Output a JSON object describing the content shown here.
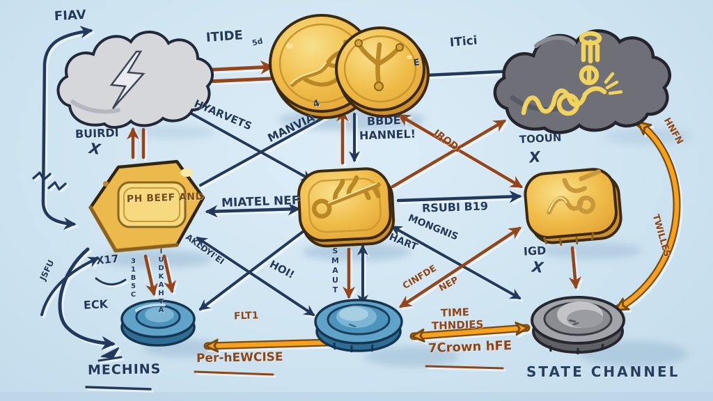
{
  "colors": {
    "background": "#cfe4f1",
    "ink_navy": "#22395c",
    "ink_brown": "#8f4516",
    "arrow_orange": "#f6a21d",
    "coin_gold": "#f0bd4a",
    "cloud_light": "#d6d7db",
    "cloud_dark": "#6f7077",
    "button_blue": "#5fa3c9",
    "button_gray": "#a3a3aa"
  },
  "nodes": {
    "cloud_left": {
      "icon": "lightning-cloud-icon"
    },
    "coins_top": {
      "icon": "gold-coins-icon"
    },
    "cloud_right": {
      "icon": "dark-cloud-gold-circuit-icon"
    },
    "plaque": {
      "label": "PH BEEF AND"
    },
    "token_center": {
      "icon": "gold-token-key-icon"
    },
    "token_right": {
      "icon": "gold-token-scribble-icon"
    },
    "button_left": {
      "caption": "MECHINS"
    },
    "button_center": {
      "caption": ""
    },
    "button_right": {
      "caption": "STATE CHANNEL"
    }
  },
  "labels": {
    "fiav": "FIAV",
    "itide": "ITIDE",
    "itici": "ITici",
    "e_glyph": "E",
    "sd_glyph": "5d",
    "buirdi": "BUIRDI",
    "buirdi_x": "X",
    "hyarvets": "HYARVETS",
    "manvia": "MANVIA",
    "manvia_tick": "4",
    "bbde_line1": "BBDE",
    "bbde_line2": "HANNEL!",
    "irodi": "IRODI",
    "tooun": "TOOUN",
    "tooun_x": "X",
    "hnfn": "HNFN",
    "miatel_nef": "MIATEL NEF",
    "rsubi": "RSUBI B19",
    "mongnis": "MONGNIS",
    "hart": "HART",
    "igd": "IGD",
    "igd_x": "X",
    "twilles": "TWILLES",
    "akldyi": "AKLDYI'EI",
    "hoi": "HOI!",
    "smaut": "SMAUT",
    "jsfu": "JSFU",
    "x17": "X17",
    "col_left": "31B5C",
    "col_right": "IUDKAHTA",
    "eck": "ECK",
    "flt1": "FLT1",
    "per_hewcise": "Per-hEWCISE",
    "time": "TIME",
    "thndies": "THNDIES",
    "crown_hfe": "7Crown hFE",
    "cinfde": "CINFDE",
    "nep": "NEP"
  },
  "edges": [
    {
      "from": "outside-left",
      "to": "cloud_left",
      "label": "FIAV",
      "color": "navy"
    },
    {
      "from": "cloud_left",
      "to": "coins_top",
      "label": "ITIDE",
      "color": "brown"
    },
    {
      "from": "coins_top",
      "to": "cloud_right",
      "label": "ITici",
      "color": "navy"
    },
    {
      "from": "cloud_left",
      "to": "token_center",
      "label": "HYARVETS",
      "color": "navy",
      "double": true
    },
    {
      "from": "plaque",
      "to": "coins_top",
      "label": "MANVIA",
      "color": "navy"
    },
    {
      "from": "plaque",
      "to": "token_center",
      "label": "MIATEL NEF",
      "color": "navy",
      "double": true
    },
    {
      "from": "token_center",
      "to": "token_right",
      "label": "RSUBI B19",
      "color": "navy"
    },
    {
      "from": "coins_top",
      "to": "token_right",
      "label": "IRODI",
      "color": "brown",
      "double": true
    },
    {
      "from": "token_center",
      "to": "cloud_right",
      "label": "",
      "color": "brown"
    },
    {
      "from": "plaque",
      "to": "button_left",
      "label": "31B5C / IUDKAHTA",
      "color": "brown"
    },
    {
      "from": "plaque",
      "to": "button_center",
      "label": "HOI!",
      "color": "navy",
      "double": true
    },
    {
      "from": "token_center",
      "to": "button_left",
      "label": "AKLDYI'EI",
      "color": "navy"
    },
    {
      "from": "token_center",
      "to": "button_center",
      "label": "SMAUT",
      "color": "navy",
      "double": true
    },
    {
      "from": "token_center",
      "to": "button_right",
      "label": "MONGNIS HART",
      "color": "navy",
      "double": true
    },
    {
      "from": "button_center",
      "to": "token_right",
      "label": "CINFDE NEP",
      "color": "brown",
      "double": true
    },
    {
      "from": "token_right",
      "to": "button_right",
      "label": "IGD",
      "color": "brown"
    },
    {
      "from": "button_left",
      "to": "button_center",
      "label": "FLT1 / Per-hEWCISE",
      "color": "orange",
      "double": true
    },
    {
      "from": "button_center",
      "to": "button_right",
      "label": "TIME THNDIES / 7Crown hFE",
      "color": "orange",
      "double": true
    },
    {
      "from": "button_right",
      "to": "cloud_right",
      "label": "TWILLES / HNFN",
      "color": "orange",
      "double": true
    }
  ]
}
